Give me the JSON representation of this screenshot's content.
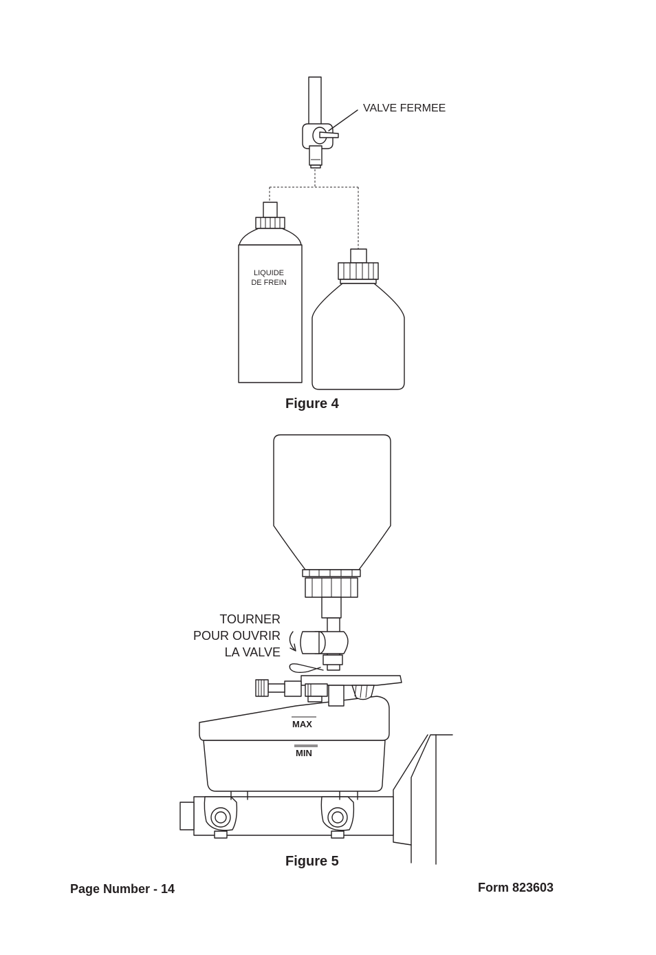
{
  "figure4": {
    "callout": "VALVE FERMEE",
    "can_label": [
      "LIQUIDE",
      "DE FREIN"
    ],
    "caption": "Figure 4"
  },
  "figure5": {
    "callout": [
      "TOURNER",
      "POUR OUVRIR",
      "LA VALVE"
    ],
    "level_max": "MAX",
    "level_min": "MIN",
    "caption": "Figure 5"
  },
  "footer": {
    "page_number": "Page Number - 14",
    "form_number": "Form 823603"
  }
}
